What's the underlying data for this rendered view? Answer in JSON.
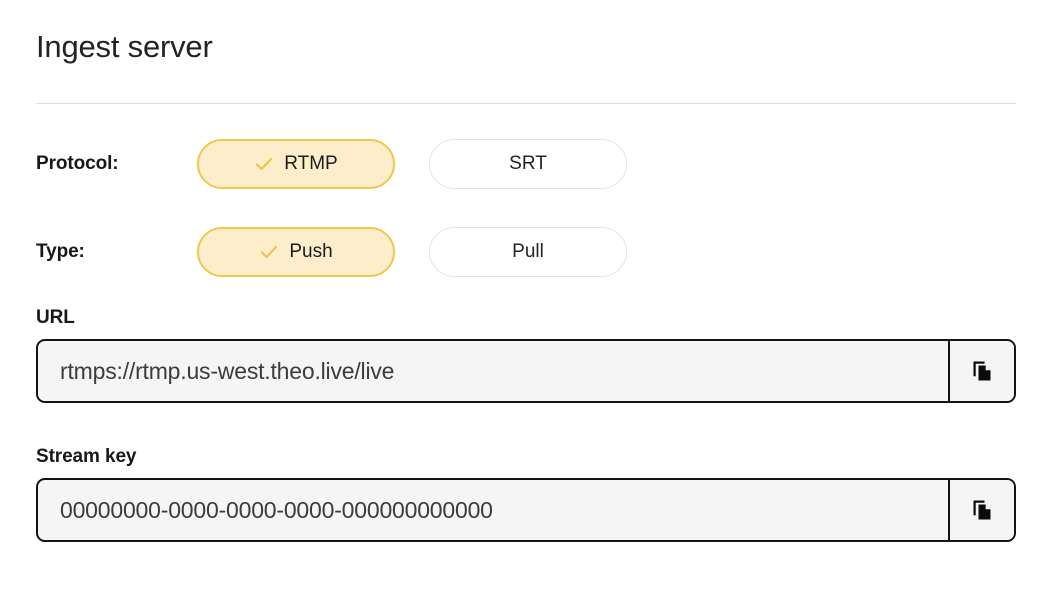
{
  "header": {
    "title": "Ingest server"
  },
  "protocol": {
    "label": "Protocol:",
    "options": [
      {
        "label": "RTMP",
        "selected": true,
        "icon": "check-icon"
      },
      {
        "label": "SRT",
        "selected": false,
        "icon": ""
      }
    ]
  },
  "type": {
    "label": "Type:",
    "options": [
      {
        "label": "Push",
        "selected": true,
        "icon": "check-icon"
      },
      {
        "label": "Pull",
        "selected": false,
        "icon": ""
      }
    ]
  },
  "url_field": {
    "label": "URL",
    "value": "rtmps://rtmp.us-west.theo.live/live",
    "copy_icon": "copy-icon"
  },
  "stream_key_field": {
    "label": "Stream key",
    "value": "00000000-0000-0000-0000-000000000000",
    "copy_icon": "copy-icon"
  },
  "colors": {
    "selected_fill": "#fceecb",
    "selected_border": "#f2c74b",
    "check": "#edc14d",
    "unselected_border": "#e3e3e3",
    "field_border": "#141414",
    "field_fill": "#f5f5f5",
    "divider": "#dcdcdc",
    "text": "#1b1b1b"
  }
}
